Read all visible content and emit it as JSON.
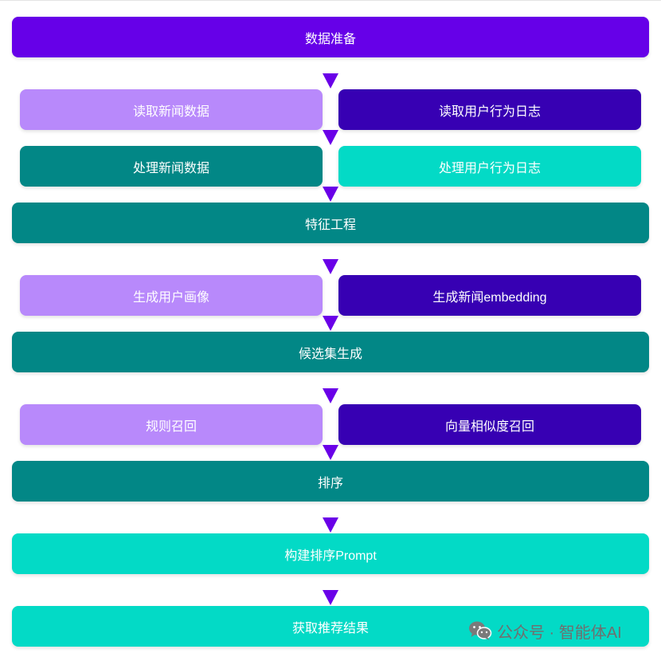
{
  "colors": {
    "arrow": "#6a00e8",
    "purple": "#6600e8",
    "lavender": "#b889fb",
    "indigo": "#3700b3",
    "teal": "#028786",
    "aqua": "#03dac6"
  },
  "flow": {
    "data_prep": "数据准备",
    "read_news": "读取新闻数据",
    "read_logs": "读取用户行为日志",
    "process_news": "处理新闻数据",
    "process_logs": "处理用户行为日志",
    "feature_eng": "特征工程",
    "user_profile": "生成用户画像",
    "news_embedding": "生成新闻embedding",
    "candidate_gen": "候选集生成",
    "rule_recall": "规则召回",
    "vector_recall": "向量相似度召回",
    "ranking": "排序",
    "build_prompt": "构建排序Prompt",
    "get_results": "获取推荐结果"
  },
  "watermark": {
    "text": "公众号 · 智能体AI",
    "icon": "wechat-icon"
  }
}
